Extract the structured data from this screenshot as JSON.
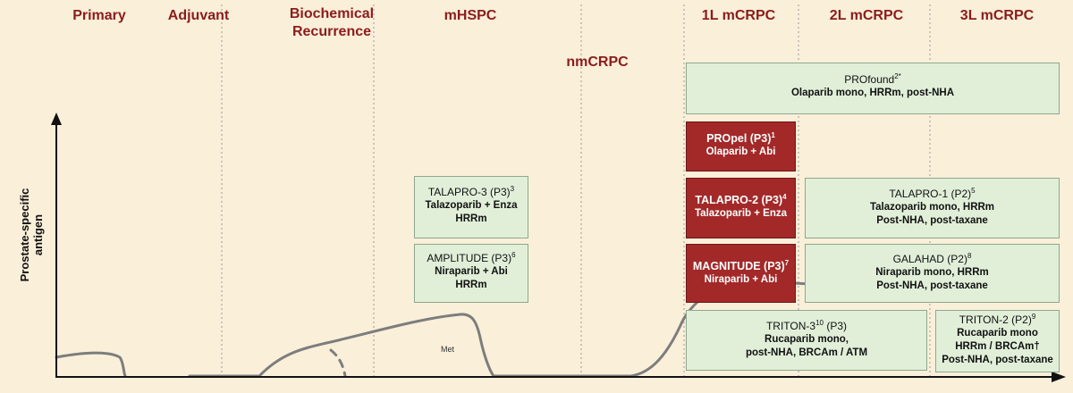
{
  "stages": [
    {
      "id": "primary",
      "label": "Primary"
    },
    {
      "id": "adjuvant",
      "label": "Adjuvant"
    },
    {
      "id": "biochem",
      "label": "Biochemical Recurrence"
    },
    {
      "id": "mhspc",
      "label": "mHSPC"
    },
    {
      "id": "nmcrpc",
      "label": "nmCRPC"
    },
    {
      "id": "1l",
      "label": "1L mCRPC"
    },
    {
      "id": "2l",
      "label": "2L mCRPC"
    },
    {
      "id": "3l",
      "label": "3L mCRPC"
    }
  ],
  "y_axis_label": "Prostate-specific antigen",
  "curve_label": "Met",
  "trials": {
    "profound": {
      "title": "PROfound",
      "sup": "2*",
      "lines": [
        "Olaparib mono, HRRm, post-NHA"
      ]
    },
    "propel": {
      "title": "PROpel (P3)",
      "sup": "1",
      "lines": [
        "Olaparib + Abi"
      ]
    },
    "talapro2": {
      "title": "TALAPRO-2 (P3)",
      "sup": "4",
      "lines": [
        "Talazoparib + Enza"
      ]
    },
    "magnitude": {
      "title": "MAGNITUDE (P3)",
      "sup": "7",
      "lines": [
        "Niraparib + Abi"
      ]
    },
    "talapro1": {
      "title": "TALAPRO-1 (P2)",
      "sup": "5",
      "lines": [
        "Talazoparib mono, HRRm",
        "Post-NHA, post-taxane"
      ]
    },
    "galahad": {
      "title": "GALAHAD (P2)",
      "sup": "8",
      "lines": [
        "Niraparib mono, HRRm",
        "Post-NHA, post-taxane"
      ]
    },
    "talapro3": {
      "title": "TALAPRO-3 (P3)",
      "sup": "3",
      "lines": [
        "Talazoparib + Enza",
        "HRRm"
      ]
    },
    "amplitude": {
      "title": "AMPLITUDE (P3)",
      "sup": "6",
      "lines": [
        "Niraparib + Abi",
        "HRRm"
      ]
    },
    "triton3": {
      "title_a": "TRITON-3",
      "sup": "10",
      "title_b": " (P3)",
      "lines": [
        "Rucaparib mono,",
        "post-NHA, BRCAm / ATM"
      ]
    },
    "triton2": {
      "title": "TRITON-2 (P2)",
      "sup": "9",
      "lines": [
        "Rucaparib mono",
        "HRRm / BRCAm†",
        "Post-NHA, post-taxane"
      ]
    }
  }
}
